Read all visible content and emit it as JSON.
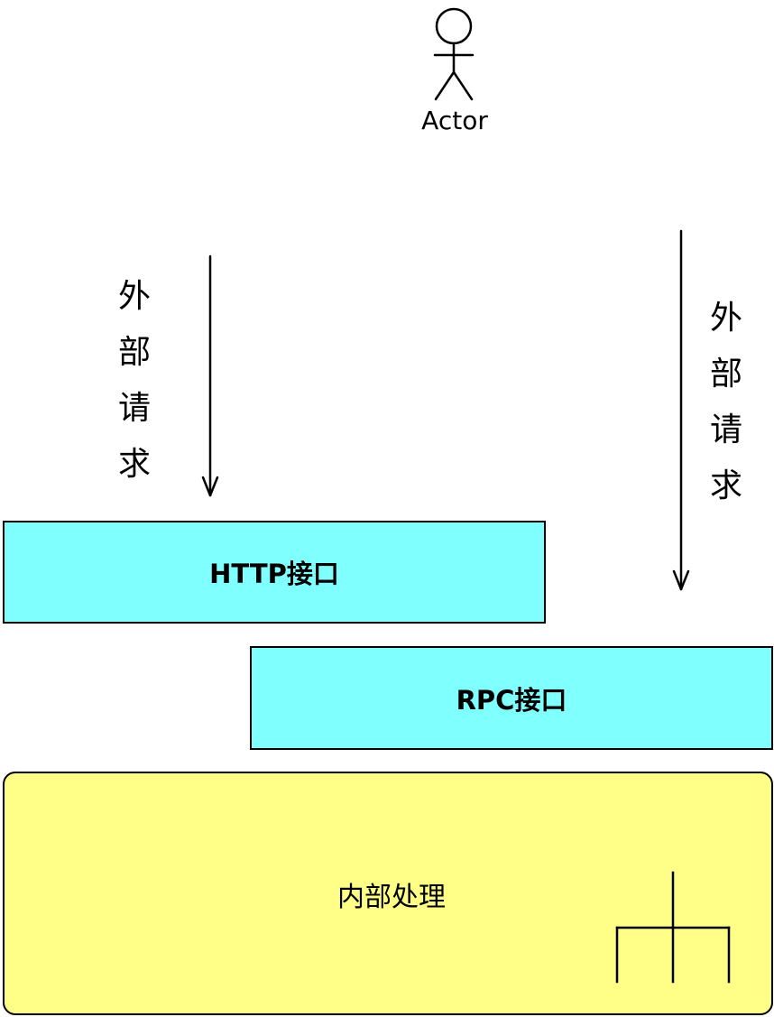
{
  "actor": {
    "label": "Actor"
  },
  "flows": {
    "left_label": "外部请求",
    "right_label": "外部请求"
  },
  "layers": {
    "http": "HTTP接口",
    "rpc": "RPC接口",
    "internal": "内部处理"
  },
  "colors": {
    "interface_fill": "#80ffff",
    "internal_fill": "#ffff88",
    "stroke": "#000000"
  }
}
